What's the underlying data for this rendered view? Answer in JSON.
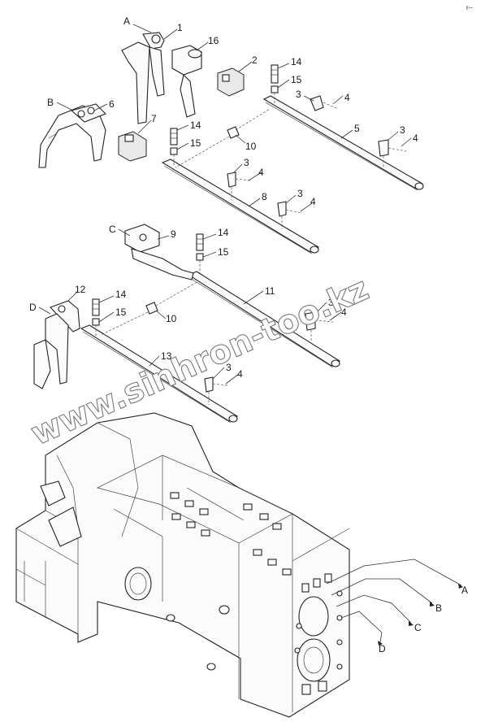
{
  "diagram": {
    "corner_mark": "r--",
    "watermark": "www.sinhron-too.kz",
    "callouts": [
      {
        "id": "A-top",
        "text": "A"
      },
      {
        "id": "1",
        "text": "1"
      },
      {
        "id": "16",
        "text": "16"
      },
      {
        "id": "2",
        "text": "2"
      },
      {
        "id": "14a",
        "text": "14"
      },
      {
        "id": "15a",
        "text": "15"
      },
      {
        "id": "3a",
        "text": "3"
      },
      {
        "id": "4a",
        "text": "4"
      },
      {
        "id": "B-top",
        "text": "B"
      },
      {
        "id": "6",
        "text": "6"
      },
      {
        "id": "7",
        "text": "7"
      },
      {
        "id": "14b",
        "text": "14"
      },
      {
        "id": "15b",
        "text": "15"
      },
      {
        "id": "10a",
        "text": "10"
      },
      {
        "id": "5",
        "text": "5"
      },
      {
        "id": "3b",
        "text": "3"
      },
      {
        "id": "4b",
        "text": "4"
      },
      {
        "id": "3c",
        "text": "3"
      },
      {
        "id": "4c",
        "text": "4"
      },
      {
        "id": "8",
        "text": "8"
      },
      {
        "id": "3d",
        "text": "3"
      },
      {
        "id": "4d",
        "text": "4"
      },
      {
        "id": "C-top",
        "text": "C"
      },
      {
        "id": "9",
        "text": "9"
      },
      {
        "id": "14c",
        "text": "14"
      },
      {
        "id": "15c",
        "text": "15"
      },
      {
        "id": "11",
        "text": "11"
      },
      {
        "id": "D-top",
        "text": "D"
      },
      {
        "id": "12",
        "text": "12"
      },
      {
        "id": "14d",
        "text": "14"
      },
      {
        "id": "15d",
        "text": "15"
      },
      {
        "id": "10b",
        "text": "10"
      },
      {
        "id": "3e",
        "text": "3"
      },
      {
        "id": "4e",
        "text": "4"
      },
      {
        "id": "13",
        "text": "13"
      },
      {
        "id": "3f",
        "text": "3"
      },
      {
        "id": "4f",
        "text": "4"
      },
      {
        "id": "A-bottom",
        "text": "A"
      },
      {
        "id": "B-bottom",
        "text": "B"
      },
      {
        "id": "C-bottom",
        "text": "C"
      },
      {
        "id": "D-bottom",
        "text": "D"
      }
    ]
  }
}
